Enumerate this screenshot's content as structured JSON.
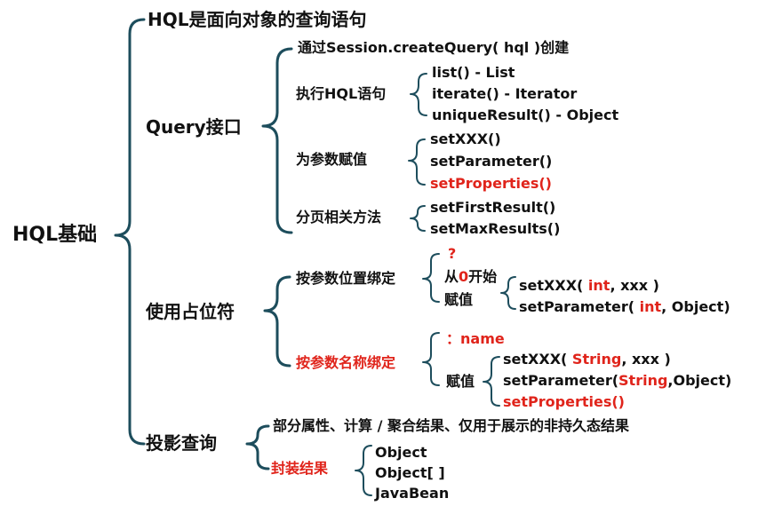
{
  "root": "HQL基础",
  "sections": {
    "hql": {
      "title": "HQL是面向对象的查询语句"
    },
    "query": {
      "title": "Query接口",
      "create": "通过Session.createQuery( hql )创建",
      "exec": {
        "title": "执行HQL语句",
        "items": [
          "list() - List",
          "iterate() - Iterator",
          "uniqueResult() - Object"
        ]
      },
      "assign": {
        "title": "为参数赋值",
        "items": [
          "setXXX()",
          "setParameter()",
          "setProperties()"
        ]
      },
      "paging": {
        "title": "分页相关方法",
        "items": [
          "setFirstResult()",
          "setMaxResults()"
        ]
      }
    },
    "placeholder": {
      "title": "使用占位符",
      "byPosition": {
        "title": "按参数位置绑定",
        "symbol": "?",
        "startPrefix": "从",
        "startNum": "0",
        "startSuffix": "开始",
        "assign": "赋值",
        "m1": {
          "pre": "setXXX( ",
          "hl": "int",
          "post": ", xxx )"
        },
        "m2": {
          "pre": "setParameter( ",
          "hl": "int",
          "post": ", Object)"
        }
      },
      "byName": {
        "title": "按参数名称绑定",
        "symbol": "：name",
        "assign": "赋值",
        "m1": {
          "pre": "setXXX( ",
          "hl": "String",
          "post": ", xxx )"
        },
        "m2": {
          "pre": "setParameter(",
          "hl": "String",
          "post": ",Object)"
        },
        "m3": "setProperties()"
      }
    },
    "projection": {
      "title": "投影查询",
      "desc": "部分属性、计算 / 聚合结果、仅用于展示的非持久态结果",
      "wrap": {
        "title": "封装结果",
        "items": [
          "Object",
          "Object[ ]",
          "JavaBean"
        ]
      }
    }
  },
  "colors": {
    "text": "#111111",
    "highlight": "#e0241b",
    "bracket": "#1d4d5c"
  }
}
